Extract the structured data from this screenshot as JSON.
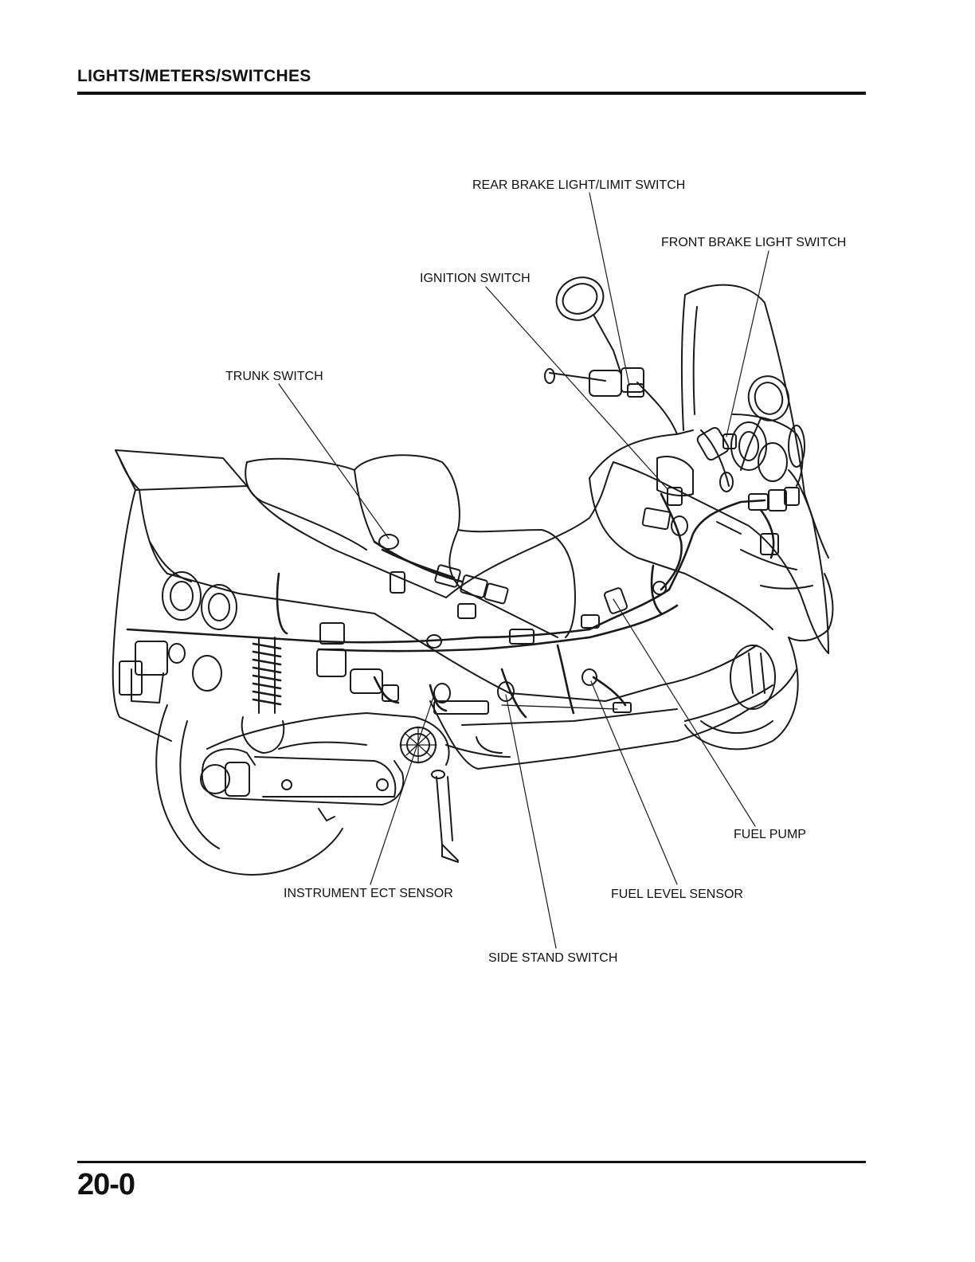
{
  "header": {
    "title": "LIGHTS/METERS/SWITCHES"
  },
  "footer": {
    "page_number": "20-0"
  },
  "callouts": {
    "rear_brake_light_limit_switch": "REAR BRAKE LIGHT/LIMIT SWITCH",
    "front_brake_light_switch": "FRONT BRAKE LIGHT SWITCH",
    "ignition_switch": "IGNITION SWITCH",
    "trunk_switch": "TRUNK SWITCH",
    "fuel_pump": "FUEL PUMP",
    "instrument_ect_sensor": "INSTRUMENT ECT SENSOR",
    "fuel_level_sensor": "FUEL LEVEL SENSOR",
    "side_stand_switch": "SIDE STAND SWITCH"
  }
}
